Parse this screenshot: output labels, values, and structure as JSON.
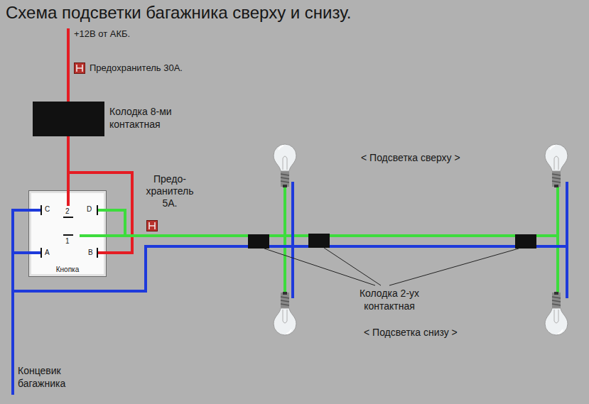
{
  "diagram": {
    "title": "Схема подсветки багажника сверху и снизу.",
    "nodes": [
      {
        "text": [
          "Предохранитель 30А."
        ]
      },
      {
        "text": [
          "Колодка 8-ми контактная"
        ]
      },
      {
        "text": [
          "Кнопка"
        ]
      },
      {
        "text": [
          "Предо- хранитель 5А."
        ]
      }
    ],
    "edges": [
      {
        "from": 0,
        "to": 1,
        "arrow": "none"
      },
      {
        "from": 1,
        "to": 2,
        "arrow": "none"
      },
      {
        "from": 2,
        "to": 3,
        "arrow": "none"
      }
    ],
    "labels": [
      "+12В от АКБ.",
      "C",
      "2",
      "D",
      "1",
      "A",
      "B",
      "< Подсветка сверху >",
      "Колодка 2-ух контактная",
      "< Подсветка снизу >",
      "Концевик багажника"
    ]
  }
}
